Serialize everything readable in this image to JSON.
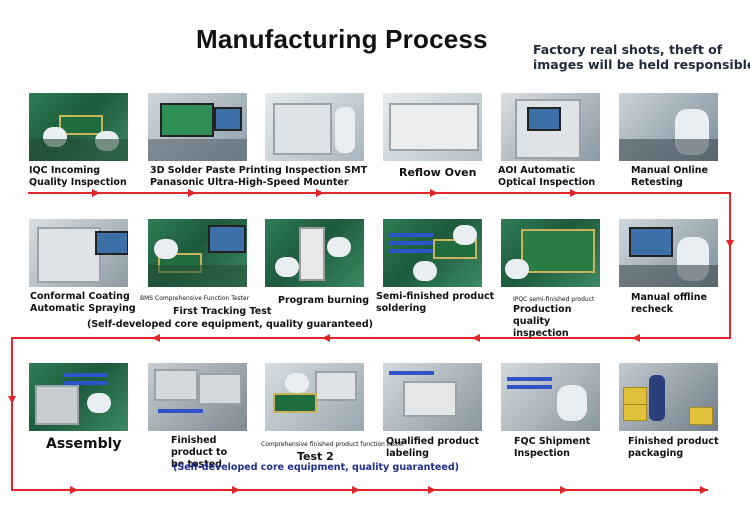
{
  "title": "Manufacturing Process",
  "warning": [
    "Factory real shots, theft of",
    "images will be held responsible."
  ],
  "steps": [
    {
      "caption": [
        "IQC Incoming",
        "Quality Inspection"
      ]
    },
    {
      "caption": [
        "3D Solder Paste Printing Inspection SMT",
        "Panasonic Ultra-High-Speed Mounter"
      ]
    },
    {
      "caption": [
        "Reflow Oven"
      ]
    },
    {
      "caption": [
        "AOI Automatic",
        "Optical Inspection"
      ]
    },
    {
      "caption": [
        "Manual Online",
        "Retesting"
      ]
    },
    {
      "caption": [
        "Conformal Coating",
        "Automatic Spraying"
      ]
    },
    {
      "caption": [
        "BMS Comprehensive Function Tester"
      ],
      "caption2": "First Tracking Test"
    },
    {
      "caption": [
        "Program burning"
      ]
    },
    {
      "caption": [
        "Semi-finished product",
        "soldering"
      ]
    },
    {
      "caption": [
        "IPQC semi-finished product"
      ],
      "caption2": [
        "Production",
        "quality",
        "inspection"
      ]
    },
    {
      "caption": [
        "Manual offline",
        "recheck"
      ]
    },
    {
      "caption": [
        "Assembly"
      ]
    },
    {
      "caption": [
        "Finished",
        "product to",
        "be tested"
      ]
    },
    {
      "caption": [
        "Comprehensive finished product function tester"
      ],
      "caption2": "Test 2"
    },
    {
      "caption": [
        "Qualified product",
        "labeling"
      ]
    },
    {
      "caption": [
        "FQC Shipment",
        "Inspection"
      ]
    },
    {
      "caption": [
        "Finished product",
        "packaging"
      ]
    }
  ],
  "notes": {
    "row2": "(Self-developed core equipment, quality guaranteed)",
    "row3": "(Self-developed core equipment, quality guaranteed)"
  },
  "colors": {
    "arrow": "#e0262b",
    "note_blue": "#1f2f8f"
  }
}
